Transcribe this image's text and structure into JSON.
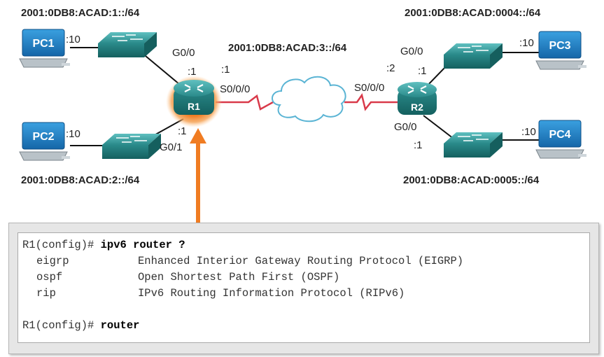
{
  "topology": {
    "networks": {
      "lan1": "2001:0DB8:ACAD:1::/64",
      "lan2": "2001:0DB8:ACAD:2::/64",
      "wan": "2001:0DB8:ACAD:3::/64",
      "lan4": "2001:0DB8:ACAD:0004::/64",
      "lan5": "2001:0DB8:ACAD:0005::/64"
    },
    "devices": {
      "pc1": "PC1",
      "pc2": "PC2",
      "pc3": "PC3",
      "pc4": "PC4",
      "r1": "R1",
      "r2": "R2"
    },
    "host_ids": {
      "pc1": ":10",
      "pc2": ":10",
      "pc3": ":10",
      "pc4": ":10"
    },
    "interfaces": {
      "r1_g00": "G0/0",
      "r1_g00_id": ":1",
      "r1_g01": "G0/1",
      "r1_g01_id": ":1",
      "r1_s000": "S0/0/0",
      "r1_s000_id": ":1",
      "r2_g00_top": "G0/0",
      "r2_g00_top_id": ":1",
      "r2_s000": "S0/0/0",
      "r2_s000_id": ":2",
      "r2_g00_bottom": "G0/0",
      "r2_g00_bottom_id": ":1"
    },
    "colors": {
      "device_teal": "#2a8a8a",
      "pc_blue": "#1f7fc0",
      "serial_red": "#d93a4a",
      "highlight_orange": "#f07c22"
    }
  },
  "cli": {
    "prompt1": "R1(config)# ",
    "command1": "ipv6 router ?",
    "options": [
      {
        "name": "eigrp",
        "desc": "Enhanced Interior Gateway Routing Protocol (EIGRP)"
      },
      {
        "name": "ospf",
        "desc": "Open Shortest Path First (OSPF)"
      },
      {
        "name": "rip",
        "desc": "IPv6 Routing Information Protocol (RIPv6)"
      }
    ],
    "prompt2": "R1(config)# ",
    "command2": "router"
  }
}
